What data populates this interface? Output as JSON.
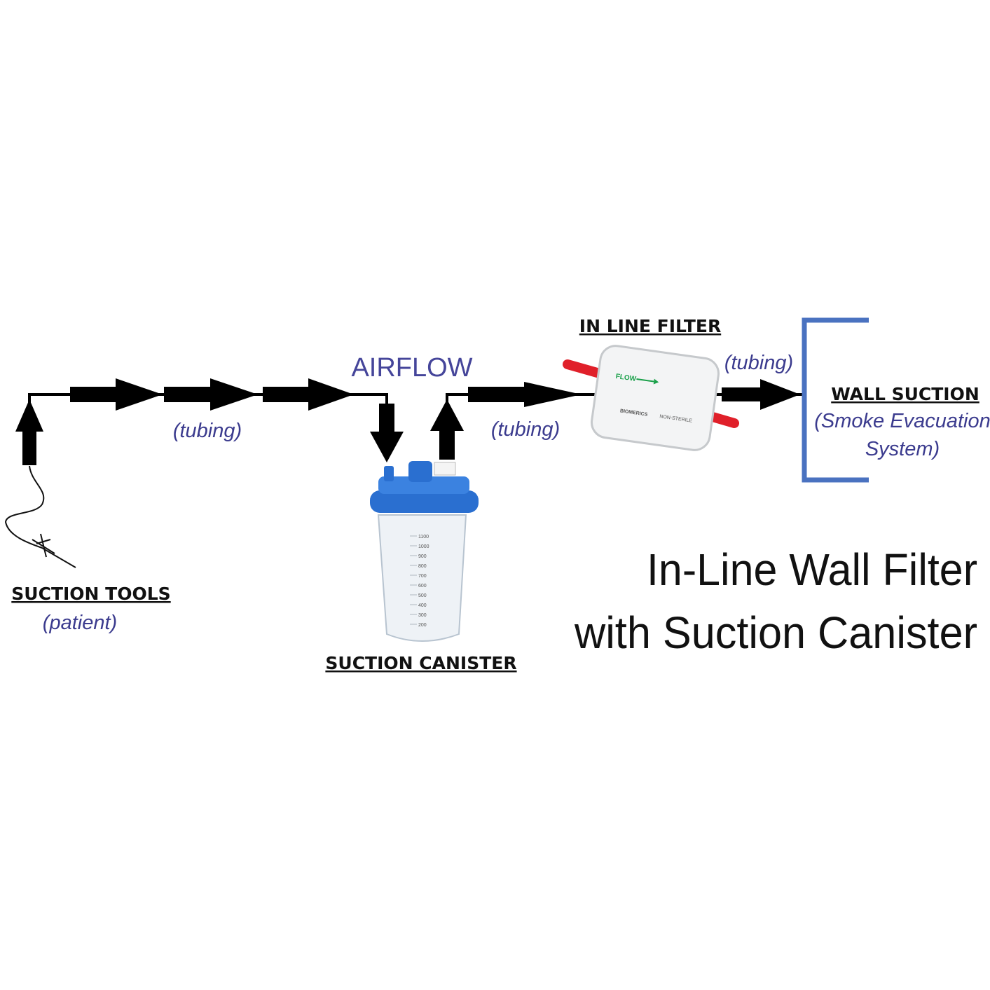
{
  "title": {
    "line1": "In-Line Wall Filter",
    "line2": "with Suction Canister"
  },
  "airflow_label": "AIRFLOW",
  "nodes": {
    "suction_tools": {
      "label": "SUCTION TOOLS",
      "note": "(patient)"
    },
    "suction_canister": {
      "label": "SUCTION CANISTER",
      "scale_marks": [
        "1100",
        "1000",
        "900",
        "800",
        "700",
        "600",
        "500",
        "400",
        "300",
        "200"
      ]
    },
    "in_line_filter": {
      "label": "IN LINE FILTER",
      "flow_text": "FLOW",
      "brand_text": "BIOMERICS",
      "sterility_text": "NON-STERILE"
    },
    "wall_suction": {
      "label": "WALL SUCTION",
      "note_line1": "(Smoke Evacuation",
      "note_line2": "System)"
    }
  },
  "tubing_labels": [
    "(tubing)",
    "(tubing)",
    "(tubing)"
  ],
  "colors": {
    "note_text": "#3b3b8e",
    "bracket": "#4a72c0",
    "canister_lid": "#2a6fd0",
    "filter_ports": "#e0202a",
    "flow_arrow": "#1aa04a"
  }
}
